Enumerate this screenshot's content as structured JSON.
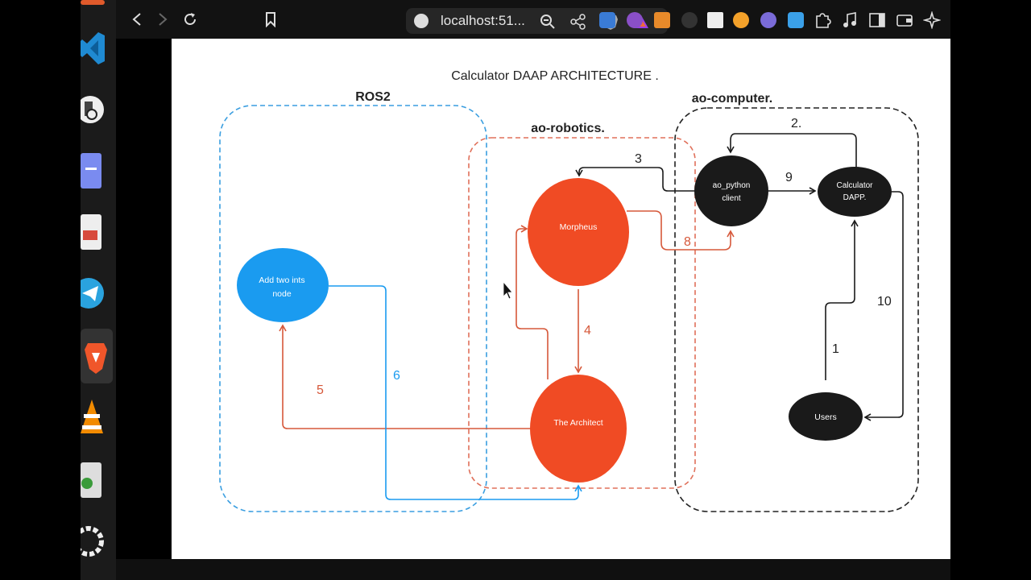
{
  "browser": {
    "url": "localhost:51..."
  },
  "diagram": {
    "title": "Calculator DAAP ARCHITECTURE .",
    "groups": {
      "ros2": "ROS2",
      "ao_robotics": "ao-robotics.",
      "ao_computer": "ao-computer."
    },
    "nodes": {
      "add_two_ints_line1": "Add two ints",
      "add_two_ints_line2": "node",
      "morpheus": "Morpheus",
      "architect": "The Architect",
      "ao_python_line1": "ao_python",
      "ao_python_line2": "client",
      "calculator_line1": "Calculator",
      "calculator_line2": "DAPP.",
      "users": "Users"
    },
    "edge_labels": {
      "e1": "1",
      "e2": "2.",
      "e3": "3",
      "e4": "4",
      "e5": "5",
      "e6": "6",
      "e8": "8",
      "e9": "9",
      "e10": "10"
    },
    "colors": {
      "blue": "#1a9bf0",
      "orange": "#f04b24",
      "edge_orange": "#d6583a",
      "black": "#1a1a1a"
    }
  }
}
